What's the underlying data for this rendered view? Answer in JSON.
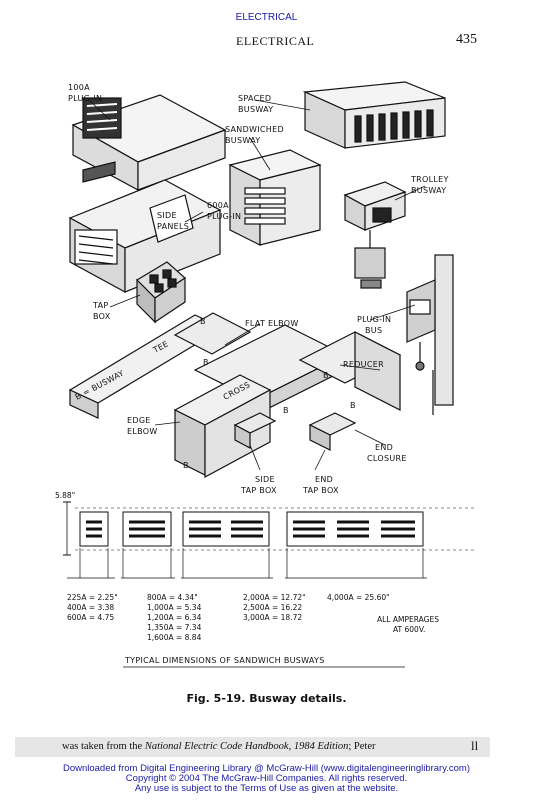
{
  "header": {
    "top_link": "ELECTRICAL",
    "running_head": "ELECTRICAL",
    "page_number": "435"
  },
  "figure": {
    "labels": {
      "plug_in_100a": [
        "100A",
        "PLUG-IN"
      ],
      "spaced_busway": [
        "SPACED",
        "BUSWAY"
      ],
      "sandwiched_busway": [
        "SANDWICHED",
        "BUSWAY"
      ],
      "plug_in_600a": [
        "600A",
        "PLUG-IN"
      ],
      "side_panels": [
        "SIDE",
        "PANELS"
      ],
      "trolley_busway": [
        "TROLLEY",
        "BUSWAY"
      ],
      "tap_box": [
        "TAP",
        "BOX"
      ],
      "flat_elbow": "FLAT ELBOW",
      "plug_in_bus": [
        "PLUG-IN",
        "BUS"
      ],
      "tee": "TEE",
      "b_busway": "B = BUSWAY",
      "reducer": "REDUCER",
      "cross": "CROSS",
      "edge_elbow": [
        "EDGE",
        "ELBOW"
      ],
      "end_closure": [
        "END",
        "CLOSURE"
      ],
      "side_tap_box": [
        "SIDE",
        "TAP BOX"
      ],
      "end_tap_box": [
        "END",
        "TAP BOX"
      ],
      "b_marks": [
        "B",
        "B",
        "B",
        "B",
        "B",
        "B"
      ]
    },
    "dimensions": {
      "height": "5.88\"",
      "col1": [
        "225A = 2.25\"",
        "400A = 3.38",
        "600A = 4.75"
      ],
      "col2": [
        "800A = 4.34\"",
        "1,000A = 5.34",
        "1,200A = 6.34",
        "1,350A = 7.34",
        "1,600A = 8.84"
      ],
      "col3": [
        "2,000A = 12.72\"",
        "2,500A = 16.22",
        "3,000A = 18.72"
      ],
      "col4": "4,000A = 25.60\"",
      "note": [
        "ALL AMPERAGES",
        "AT 600V."
      ],
      "title": "TYPICAL DIMENSIONS OF SANDWICH BUSWAYS"
    }
  },
  "caption": "Fig. 5-19. Busway details.",
  "credit": {
    "prefix": "was taken from the ",
    "title": "National Electric Code Handbook, 1984 Edition",
    "suffix": "; Peter",
    "end_mark": "ll"
  },
  "footer": [
    "Downloaded from Digital Engineering Library @ McGraw-Hill (www.digitalengineeringlibrary.com)",
    "Copyright © 2004 The McGraw-Hill Companies. All rights reserved.",
    "Any use is subject to the Terms of Use as given at the website."
  ]
}
